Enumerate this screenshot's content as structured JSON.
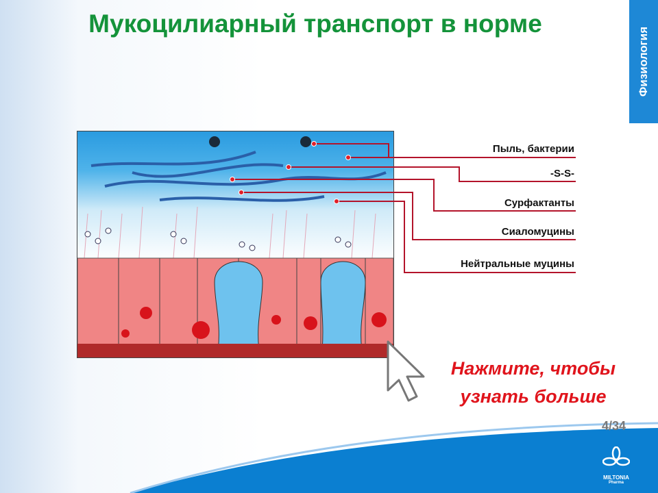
{
  "title": "Мукоцилиарный транспорт в норме",
  "section_tab": "Физиология",
  "labels": [
    "Пыль, бактерии",
    "-S-S-",
    "Сурфактанты",
    "Сиаломуцины",
    "Нейтральные муцины"
  ],
  "cta": {
    "line1": "Нажмите, чтобы",
    "line2": "узнать больше"
  },
  "page": "4/34",
  "logo": {
    "name": "MILTONIA",
    "sub": "Pharma"
  },
  "colors": {
    "title": "#14933a",
    "accent": "#e0141c",
    "tab": "#1e88d6"
  }
}
